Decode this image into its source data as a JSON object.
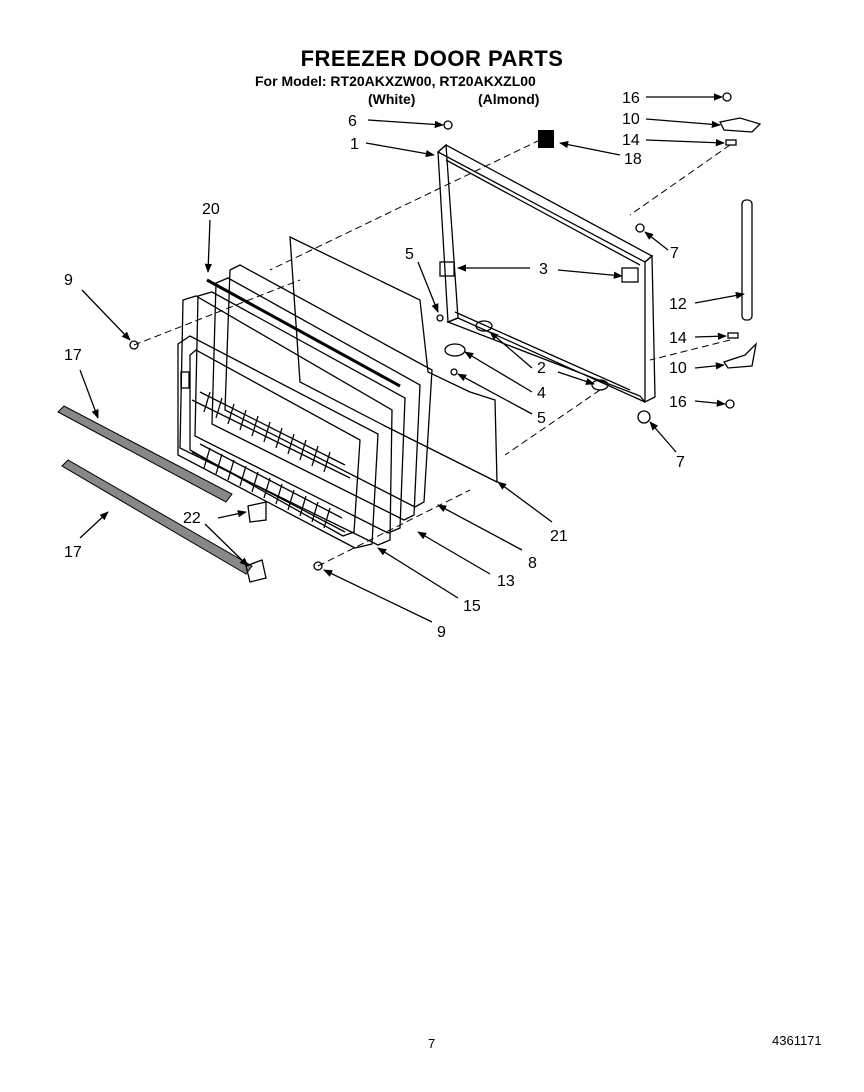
{
  "header": {
    "title": "FREEZER DOOR PARTS",
    "model_line": "For Model:  RT20AKXZW00, RT20AKXZL00",
    "variants": [
      "(White)",
      "(Almond)"
    ]
  },
  "callouts": [
    "16",
    "10",
    "14",
    "6",
    "1",
    "18",
    "20",
    "7",
    "5",
    "3",
    "9",
    "12",
    "2",
    "14",
    "10",
    "4",
    "17",
    "16",
    "5",
    "7",
    "21",
    "22",
    "8",
    "17",
    "13",
    "15",
    "9"
  ],
  "footer": {
    "page": "7",
    "doc_number": "4361171"
  }
}
